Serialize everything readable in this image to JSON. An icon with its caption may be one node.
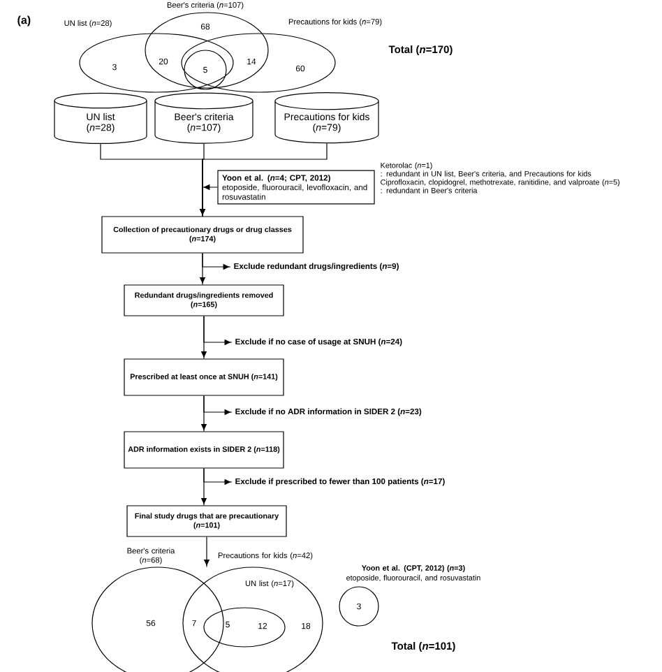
{
  "diagram": {
    "nodes": [
      {
        "text": [
          "UN list",
          "(*n*=28)"
        ]
      },
      {
        "text": [
          "Beer's criteria",
          "(*n*=107)"
        ]
      },
      {
        "text": [
          "Precautions for kids (*n*=79)"
        ]
      },
      {
        "text": [
          "Yoon et al. (*n*=4; CPT, 2012)",
          "etoposide, fluorouracil, levofloxacin, and rosuvastatin"
        ],
        "beside": [
          "Ketorolac (*n*=1)",
          ": redundant in UN list, Beer's criteria, and Precautions for kids",
          "Ciprofloxacin, clopidogrel, methotrexate, ranitidine, and valproate (*n*=5)",
          ": redundant in Beer's criteria"
        ]
      },
      {
        "text": [
          "Collection of precautionary drugs or drug classes (*n*=174)"
        ]
      },
      {
        "text": [
          "Redundant drugs/ingredients removed (*n*=165)"
        ]
      },
      {
        "text": [
          "Prescribed at least once at SNUH (*n*=141)"
        ]
      },
      {
        "text": [
          "ADR information exists in SIDER 2 (*n*=118)"
        ]
      },
      {
        "text": [
          "Final study drugs that are precautionary (*n*=101)"
        ]
      },
      {
        "text": [
          "Exclude redundant drugs/ingredients (*n*=9)"
        ]
      },
      {
        "text": [
          "Exclude if no case of usage at SNUH (*n*=24)"
        ]
      },
      {
        "text": [
          "Exclude if no ADR information in SIDER 2 (*n*=23)"
        ]
      },
      {
        "text": [
          "Exclude if prescribed to fewer than 100 patients (*n*=17)"
        ]
      },
      {
        "text": [
          "3"
        ],
        "beside": [
          "Yoon et al. (CPT, 2012) (*n*=3)",
          "etoposide, fluorouracil, and rosuvastatin"
        ]
      },
      {
        "text": [],
        "shape": "circle"
      }
    ],
    "edges": [
      {
        "from": 0,
        "to": 4,
        "arrow": "to"
      },
      {
        "from": 1,
        "to": 4,
        "arrow": "to"
      },
      {
        "from": 2,
        "to": 4,
        "arrow": "to"
      },
      {
        "from": 3,
        "to": 4,
        "arrow": "to"
      },
      {
        "from": 4,
        "to": 5,
        "arrow": "to"
      },
      {
        "from": 4,
        "to": 9,
        "arrow": "to"
      },
      {
        "from": 5,
        "to": 6,
        "arrow": "to"
      },
      {
        "from": 5,
        "to": 10,
        "arrow": "to"
      },
      {
        "from": 6,
        "to": 7,
        "arrow": "to"
      },
      {
        "from": 6,
        "to": 11,
        "arrow": "to"
      },
      {
        "from": 7,
        "to": 8,
        "arrow": "to"
      },
      {
        "from": 7,
        "to": 12,
        "arrow": "to"
      },
      {
        "from": 8,
        "to": 14,
        "arrow": "to"
      }
    ],
    "labels": [
      "(a)",
      "Beer's criteria (*n*=107)",
      "UN list (*n*=28)",
      "Precautions for kids (*n*=79)",
      "68",
      "3",
      "20",
      "5",
      "14",
      "60",
      "Total (*n*=170)",
      "Beer's criteria (*n*=68)",
      "Precautions for kids (*n*=42)",
      "UN list (*n*=17)",
      "56",
      "7",
      "5",
      "12",
      "18",
      "Total (*n*=101)"
    ]
  }
}
